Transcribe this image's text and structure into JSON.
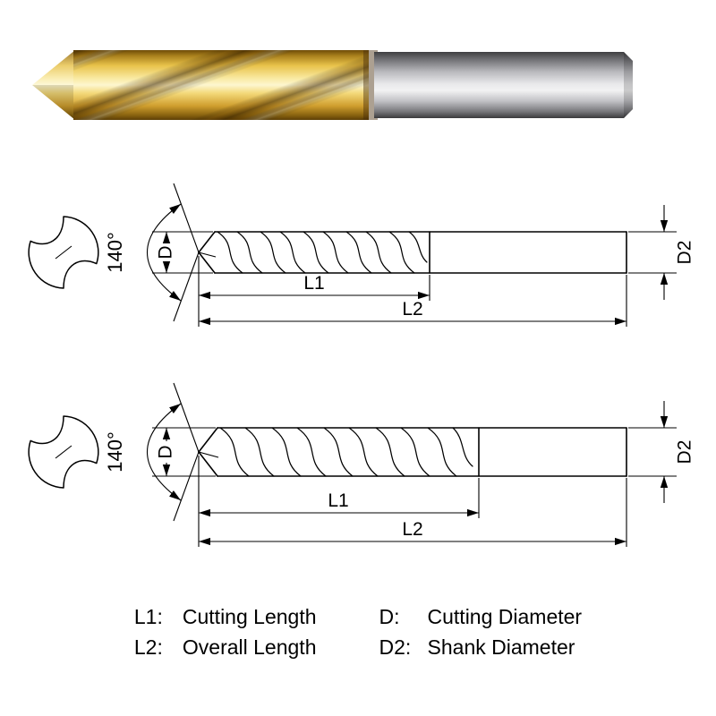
{
  "colors": {
    "flute_gold": "#d9a62c",
    "shank_gray": "#a9a9ad",
    "line_black": "#000000",
    "background": "#ffffff"
  },
  "drawing1": {
    "angle_label": "140°",
    "d_label": "D",
    "d2_label": "D2",
    "l1_label": "L1",
    "l2_label": "L2"
  },
  "drawing2": {
    "angle_label": "140°",
    "d_label": "D",
    "d2_label": "D2",
    "l1_label": "L1",
    "l2_label": "L2"
  },
  "legend": {
    "items": [
      {
        "key": "L1:",
        "desc": "Cutting Length"
      },
      {
        "key": "L2:",
        "desc": "Overall Length"
      },
      {
        "key": "D:",
        "desc": "Cutting Diameter"
      },
      {
        "key": "D2:",
        "desc": "Shank Diameter"
      }
    ]
  }
}
